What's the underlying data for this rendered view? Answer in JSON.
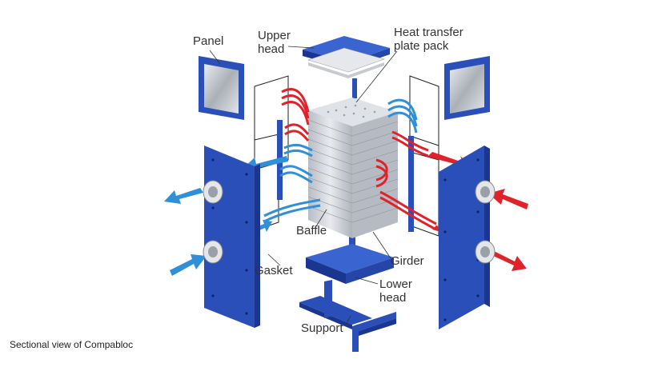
{
  "labels": {
    "panel": "Panel",
    "upper_head": "Upper\nhead",
    "plate_pack": "Heat transfer\nplate pack",
    "baffle": "Baffle",
    "girder": "Girder",
    "gasket": "Gasket",
    "lower_head": "Lower\nhead",
    "support": "Support"
  },
  "caption": "Sectional view of Compabloc",
  "colors": {
    "frame_blue": "#2a4fb8",
    "frame_dark": "#1b3690",
    "hot_red": "#e0222a",
    "cold_blue": "#2f8fd8",
    "plate_grey": "#c9ccd2",
    "panel_grey": "#bfc3c9"
  }
}
